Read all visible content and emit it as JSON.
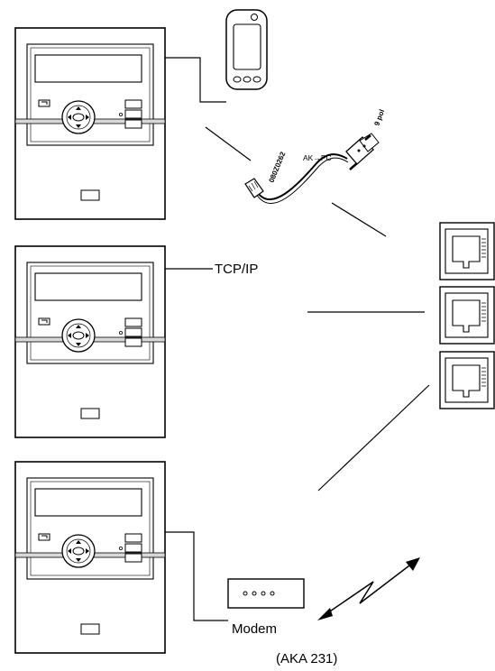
{
  "labels": {
    "tcpip": "TCP/IP",
    "modem": "Modem",
    "model": "(AKA 231)",
    "cable_tag": "AK→PC",
    "cable_part": "080Z0262",
    "connector_pins": "9 pol"
  },
  "controllers": [
    {
      "name": "controller-top",
      "key_icon": "key-icon"
    },
    {
      "name": "controller-middle",
      "key_icon": "key-icon"
    },
    {
      "name": "controller-bottom",
      "key_icon": "key-icon"
    }
  ],
  "ports": [
    "rj45-port-top",
    "rj45-port-middle",
    "rj45-port-bottom"
  ],
  "colors": {
    "stroke": "#000000",
    "panel_band": "#d8d8d8"
  }
}
